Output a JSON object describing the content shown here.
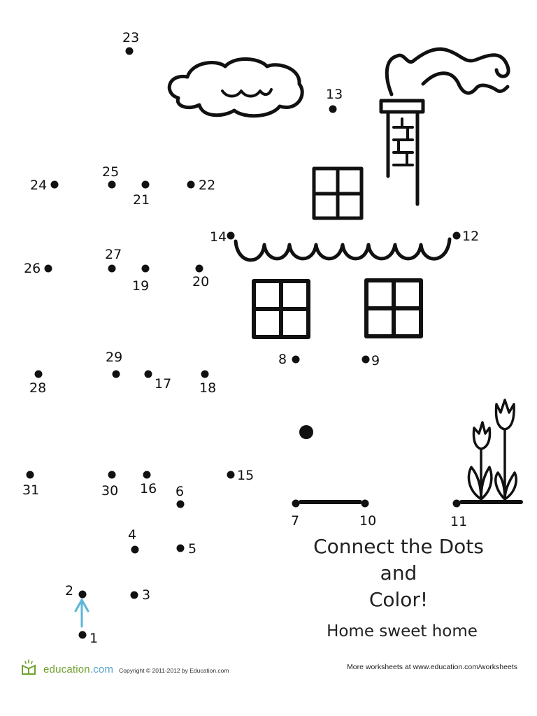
{
  "worksheet": {
    "title_lines": [
      "Connect the Dots",
      "and",
      "Color!"
    ],
    "subtitle": "Home sweet home",
    "logo_name": "education",
    "logo_suffix": ".com",
    "copyright": "Copyright © 2011-2012 by Education.com",
    "more_link": "More worksheets at www.education.com/worksheets",
    "dots": [
      {
        "label": "1"
      },
      {
        "label": "2"
      },
      {
        "label": "3"
      },
      {
        "label": "4"
      },
      {
        "label": "5"
      },
      {
        "label": "6"
      },
      {
        "label": "7"
      },
      {
        "label": "8"
      },
      {
        "label": "9"
      },
      {
        "label": "10"
      },
      {
        "label": "11"
      },
      {
        "label": "12"
      },
      {
        "label": "13"
      },
      {
        "label": "14"
      },
      {
        "label": "15"
      },
      {
        "label": "16"
      },
      {
        "label": "17"
      },
      {
        "label": "18"
      },
      {
        "label": "19"
      },
      {
        "label": "20"
      },
      {
        "label": "21"
      },
      {
        "label": "22"
      },
      {
        "label": "23"
      },
      {
        "label": "24"
      },
      {
        "label": "25"
      },
      {
        "label": "26"
      },
      {
        "label": "27"
      },
      {
        "label": "28"
      },
      {
        "label": "29"
      },
      {
        "label": "30"
      },
      {
        "label": "31"
      }
    ],
    "colors": {
      "ink": "#111111",
      "arrow": "#5bb6d8",
      "logo_green": "#6fa12e",
      "logo_blue": "#5aa0c8"
    }
  }
}
